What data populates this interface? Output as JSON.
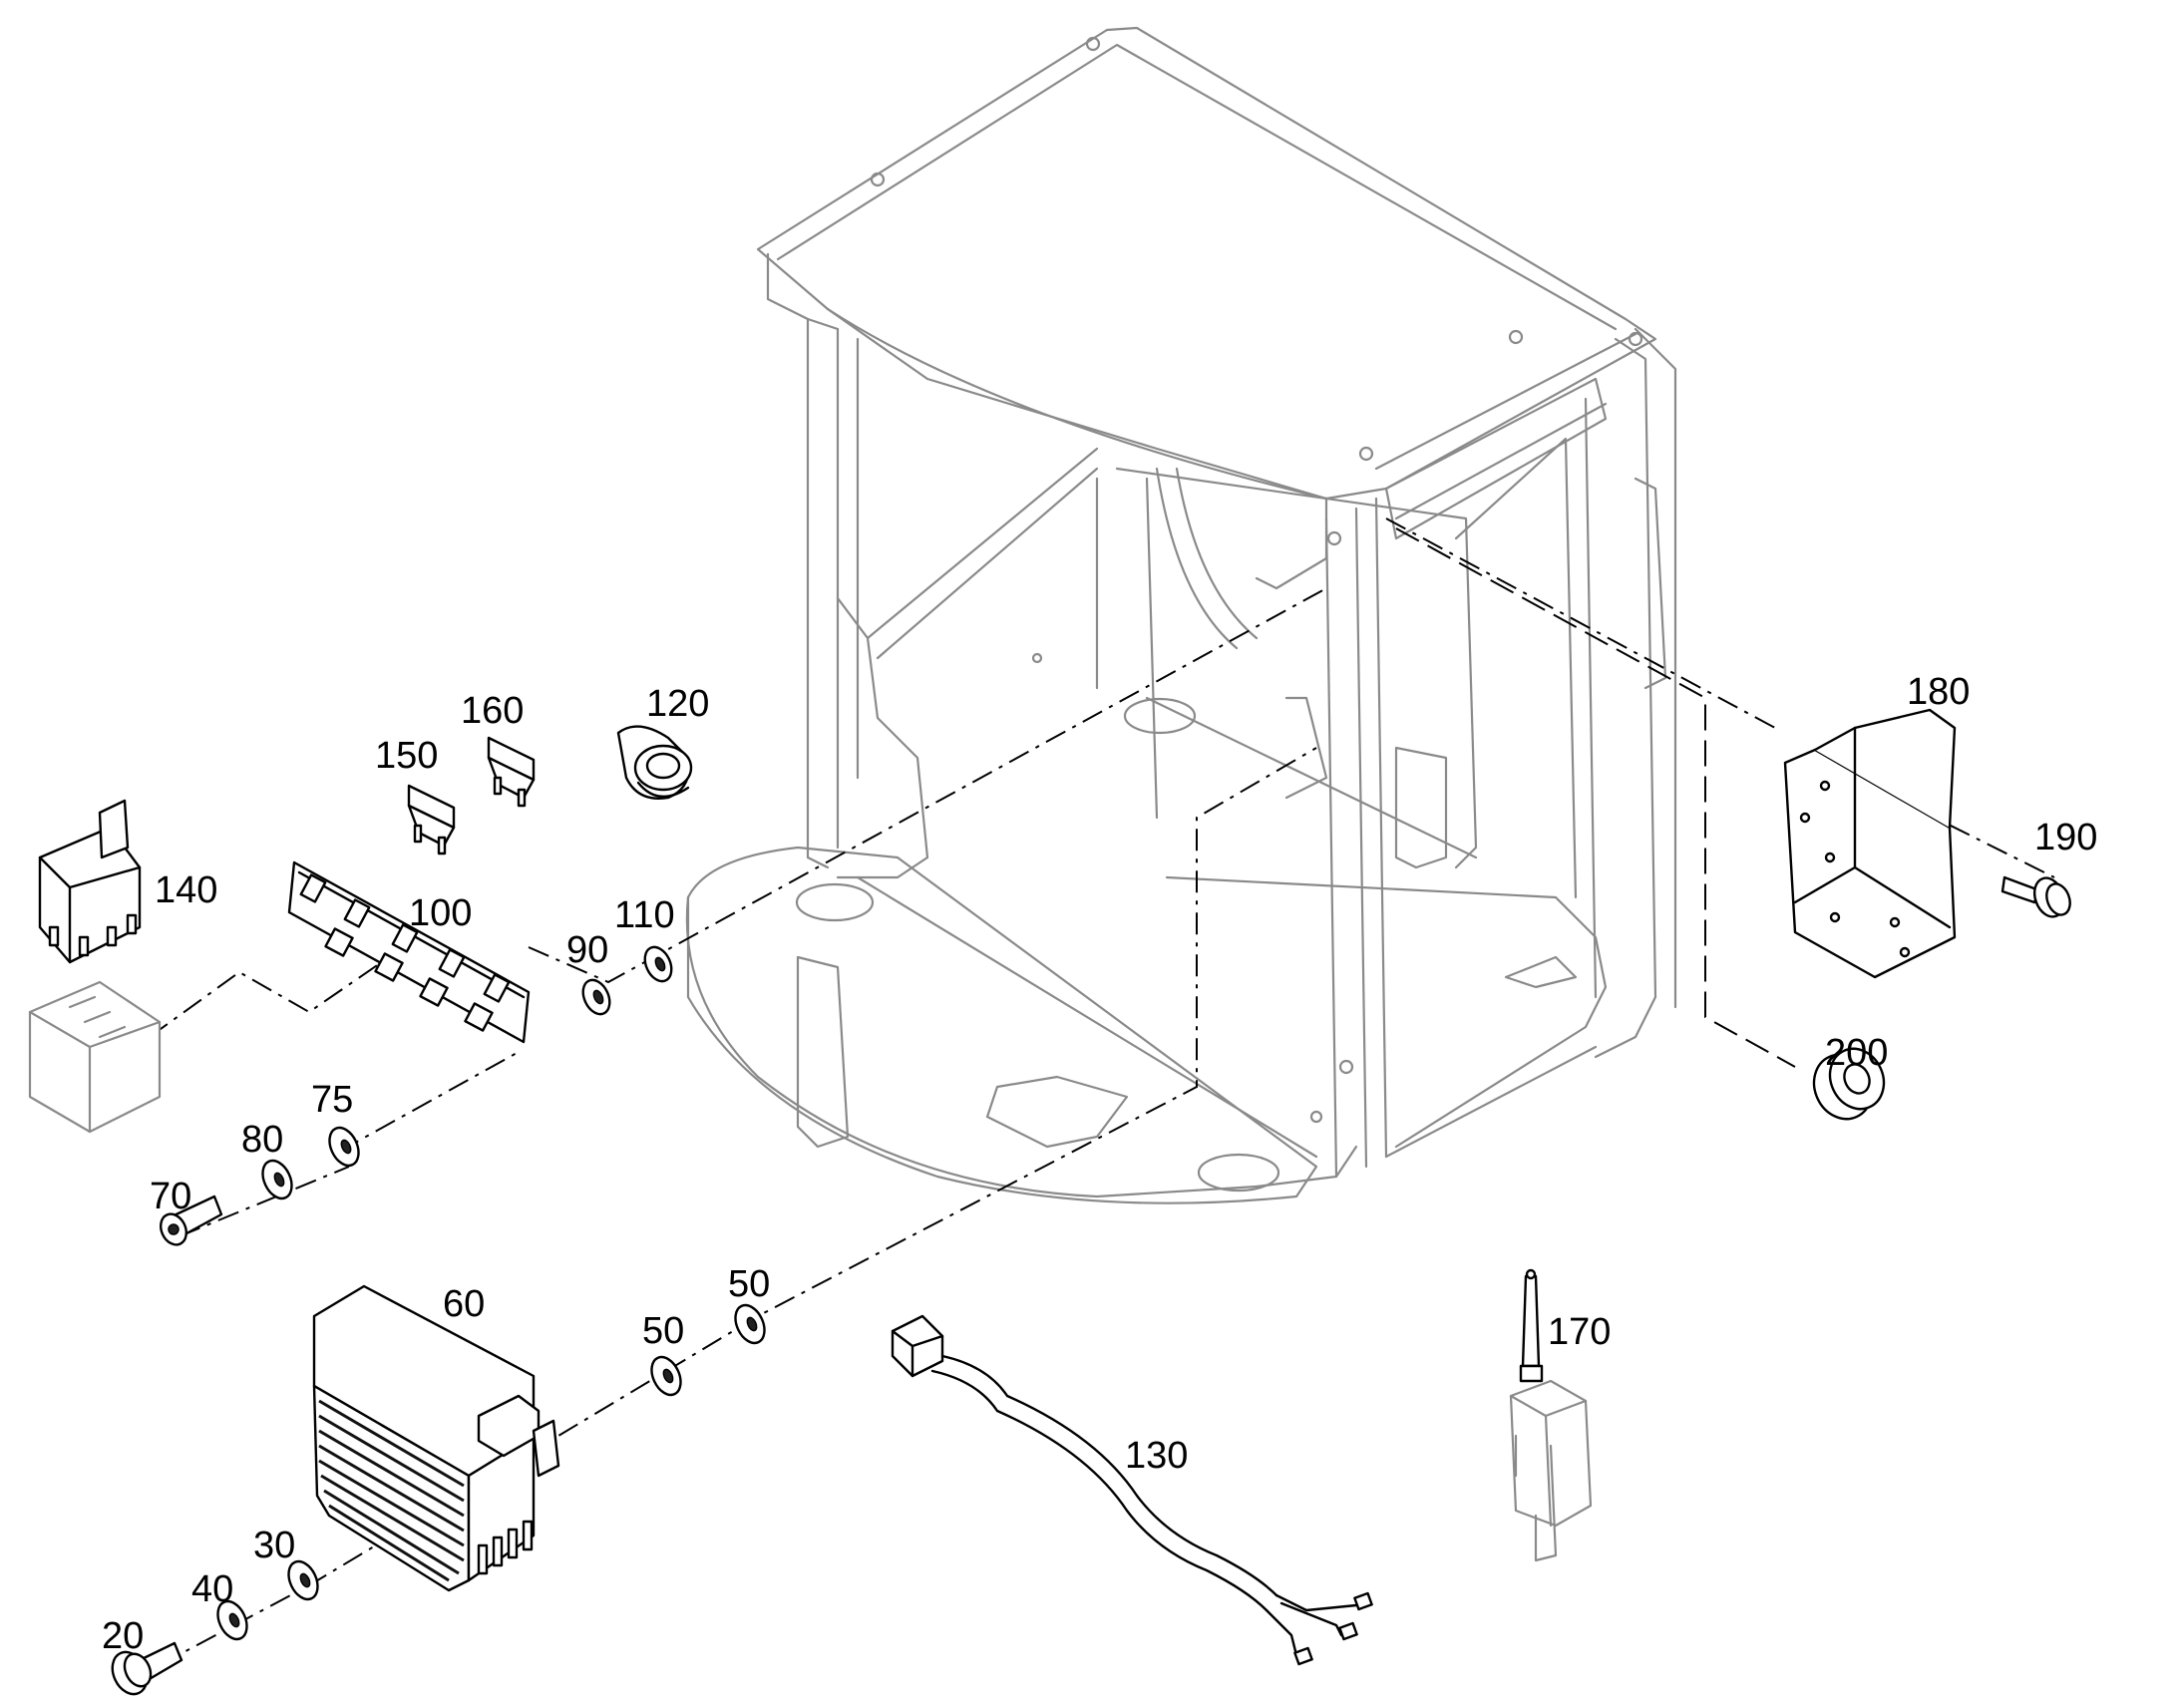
{
  "callouts": [
    {
      "id": "c20",
      "text": "20"
    },
    {
      "id": "c30",
      "text": "30"
    },
    {
      "id": "c40",
      "text": "40"
    },
    {
      "id": "c50a",
      "text": "50"
    },
    {
      "id": "c50b",
      "text": "50"
    },
    {
      "id": "c60",
      "text": "60"
    },
    {
      "id": "c70",
      "text": "70"
    },
    {
      "id": "c75",
      "text": "75"
    },
    {
      "id": "c80",
      "text": "80"
    },
    {
      "id": "c90",
      "text": "90"
    },
    {
      "id": "c100",
      "text": "100"
    },
    {
      "id": "c110",
      "text": "110"
    },
    {
      "id": "c120",
      "text": "120"
    },
    {
      "id": "c130",
      "text": "130"
    },
    {
      "id": "c140",
      "text": "140"
    },
    {
      "id": "c150",
      "text": "150"
    },
    {
      "id": "c160",
      "text": "160"
    },
    {
      "id": "c170",
      "text": "170"
    },
    {
      "id": "c180",
      "text": "180"
    },
    {
      "id": "c190",
      "text": "190"
    },
    {
      "id": "c200",
      "text": "200"
    }
  ]
}
